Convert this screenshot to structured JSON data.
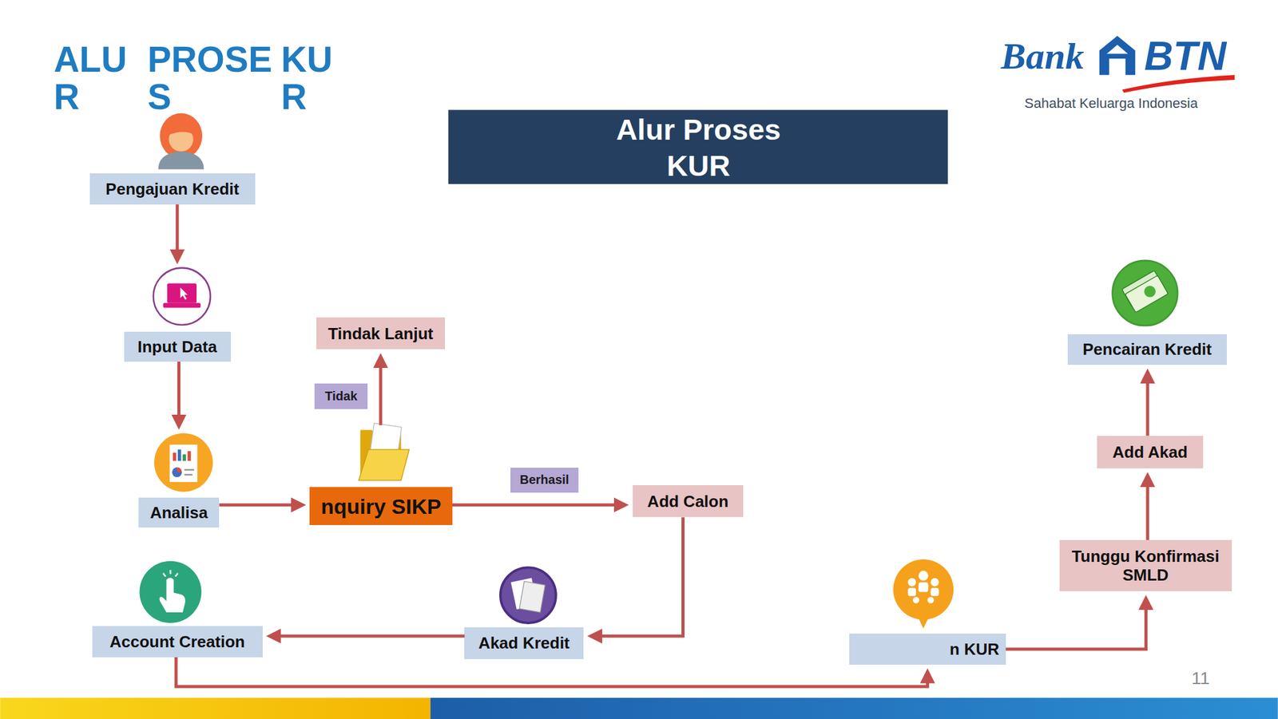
{
  "diagram": {
    "title": "Alur Proses KUR",
    "nodes": [
      {
        "text": [
          "Pengajuan Kredit"
        ]
      },
      {
        "text": [
          "Input Data"
        ]
      },
      {
        "text": [
          "Analisa"
        ]
      },
      {
        "text": [
          "nquiry SIKP"
        ]
      },
      {
        "text": [
          "Tindak Lanjut"
        ]
      },
      {
        "text": [
          "Add Calon"
        ]
      },
      {
        "text": [
          "Akad Kredit"
        ]
      },
      {
        "text": [
          "Account Creation"
        ]
      },
      {
        "text": [
          "n KUR"
        ]
      },
      {
        "text": [
          "Tunggu Konfirmasi SMLD"
        ]
      },
      {
        "text": [
          "Add Akad"
        ]
      },
      {
        "text": [
          "Pencairan Kredit"
        ]
      }
    ],
    "edges": [
      {
        "from": 0,
        "to": 1,
        "arrow": "to"
      },
      {
        "from": 1,
        "to": 2,
        "arrow": "to"
      },
      {
        "from": 2,
        "to": 3,
        "arrow": "to"
      },
      {
        "from": 3,
        "to": 4,
        "label": "Tidak",
        "arrow": "to"
      },
      {
        "from": 3,
        "to": 5,
        "label": "Berhasil",
        "arrow": "to"
      },
      {
        "from": 5,
        "to": 6,
        "arrow": "to"
      },
      {
        "from": 6,
        "to": 7,
        "arrow": "to"
      },
      {
        "from": 7,
        "to": 8,
        "arrow": "to"
      },
      {
        "from": 8,
        "to": 9,
        "arrow": "to"
      },
      {
        "from": 9,
        "to": 10,
        "arrow": "to"
      },
      {
        "from": 10,
        "to": 11,
        "arrow": "to"
      }
    ],
    "labels": [
      "ALU R",
      "PROSE S",
      "KU R",
      "Bank",
      "BTN",
      "Sahabat Keluarga Indonesia",
      "11"
    ]
  }
}
